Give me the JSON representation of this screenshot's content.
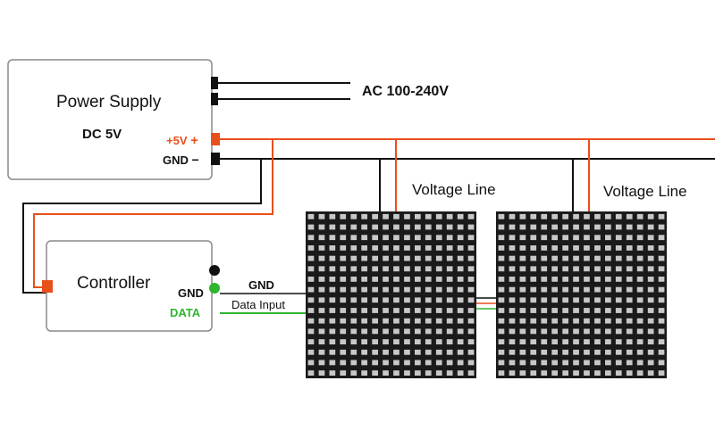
{
  "power_supply": {
    "title": "Power Supply",
    "subtitle": "DC 5V",
    "ac_label": "AC 100-240V",
    "plus_label": "+5V",
    "gnd_label": "GND"
  },
  "controller": {
    "title": "Controller",
    "gnd_label": "GND",
    "data_label": "DATA"
  },
  "wires": {
    "gnd_label": "GND",
    "data_input_label": "Data Input"
  },
  "panels": [
    {
      "voltage_label": "Voltage Line"
    },
    {
      "voltage_label": "Voltage Line"
    }
  ],
  "colors": {
    "positive": "#e8501b",
    "ground": "#111111",
    "data": "#2fb52f",
    "panel": "#1a1a1a",
    "led": "#c8c8c8"
  },
  "icons": {
    "plus": "plus-icon",
    "minus": "minus-icon"
  }
}
